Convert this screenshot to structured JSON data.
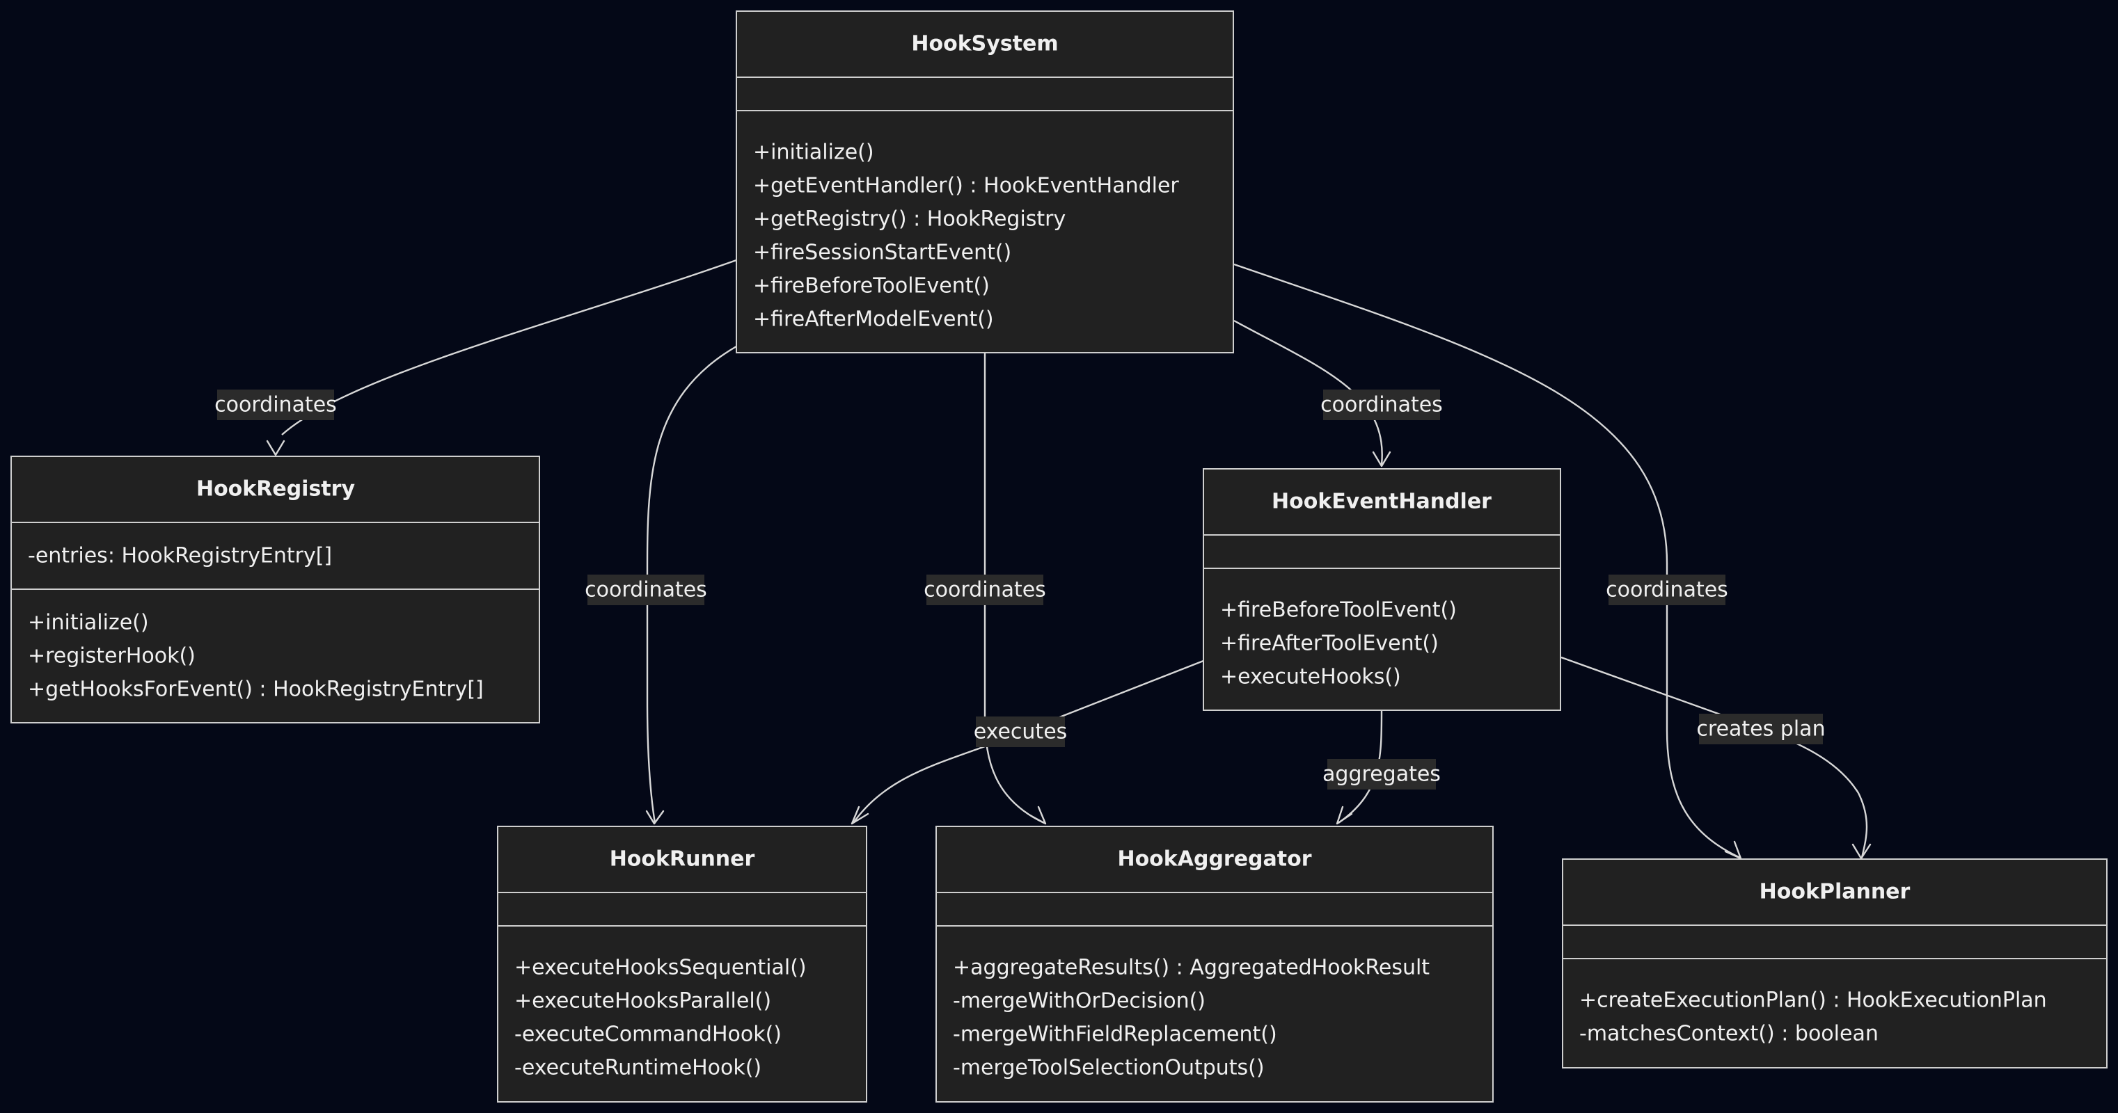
{
  "classes": {
    "hook_system": {
      "name": "HookSystem",
      "attributes": [],
      "methods": [
        "+initialize()",
        "+getEventHandler() : HookEventHandler",
        "+getRegistry() : HookRegistry",
        "+fireSessionStartEvent()",
        "+fireBeforeToolEvent()",
        "+fireAfterModelEvent()"
      ]
    },
    "hook_registry": {
      "name": "HookRegistry",
      "attributes": [
        "-entries: HookRegistryEntry[]"
      ],
      "methods": [
        "+initialize()",
        "+registerHook()",
        "+getHooksForEvent() : HookRegistryEntry[]"
      ]
    },
    "hook_event_handler": {
      "name": "HookEventHandler",
      "attributes": [],
      "methods": [
        "+fireBeforeToolEvent()",
        "+fireAfterToolEvent()",
        "+executeHooks()"
      ]
    },
    "hook_runner": {
      "name": "HookRunner",
      "attributes": [],
      "methods": [
        "+executeHooksSequential()",
        "+executeHooksParallel()",
        "-executeCommandHook()",
        "-executeRuntimeHook()"
      ]
    },
    "hook_aggregator": {
      "name": "HookAggregator",
      "attributes": [],
      "methods": [
        "+aggregateResults() : AggregatedHookResult",
        "-mergeWithOrDecision()",
        "-mergeWithFieldReplacement()",
        "-mergeToolSelectionOutputs()"
      ]
    },
    "hook_planner": {
      "name": "HookPlanner",
      "attributes": [],
      "methods": [
        "+createExecutionPlan() : HookExecutionPlan",
        "-matchesContext() : boolean"
      ]
    }
  },
  "relations": {
    "system_registry": {
      "from": "HookSystem",
      "to": "HookRegistry",
      "label": "coordinates"
    },
    "system_runner": {
      "from": "HookSystem",
      "to": "HookRunner",
      "label": "coordinates"
    },
    "system_aggregator": {
      "from": "HookSystem",
      "to": "HookAggregator",
      "label": "coordinates"
    },
    "system_event_handler": {
      "from": "HookSystem",
      "to": "HookEventHandler",
      "label": "coordinates"
    },
    "system_planner": {
      "from": "HookSystem",
      "to": "HookPlanner",
      "label": "coordinates"
    },
    "handler_runner": {
      "from": "HookEventHandler",
      "to": "HookRunner",
      "label": "executes"
    },
    "handler_aggregator": {
      "from": "HookEventHandler",
      "to": "HookAggregator",
      "label": "aggregates"
    },
    "handler_planner": {
      "from": "HookEventHandler",
      "to": "HookPlanner",
      "label": "creates plan"
    }
  },
  "colors": {
    "background": "#040817",
    "box_fill": "#212121",
    "box_stroke": "#cfcfcf",
    "text": "#f0f0f0",
    "edge": "#d8d8d8",
    "label_bg": "#2b2b2b"
  }
}
